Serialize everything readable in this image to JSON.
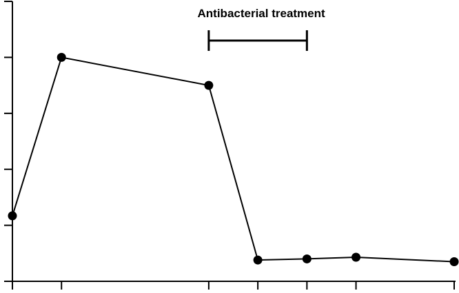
{
  "chart_data": {
    "type": "line",
    "title": "",
    "xlabel": "",
    "ylabel": "",
    "x": [
      0,
      1,
      4,
      5,
      6,
      7,
      9
    ],
    "xlim": [
      0,
      9
    ],
    "ylim": [
      0,
      5
    ],
    "xticks": [
      0,
      1,
      4,
      5,
      6,
      7,
      9
    ],
    "yticks": [
      0,
      1,
      2,
      3,
      4,
      5
    ],
    "grid": false,
    "series": [
      {
        "values": [
          1.17,
          4.0,
          3.5,
          0.38,
          0.4,
          0.43,
          0.35
        ]
      }
    ],
    "annotations": [
      {
        "text": "Antibacterial treatment",
        "x_start": 4,
        "x_end": 6,
        "y": 4.3
      }
    ]
  }
}
